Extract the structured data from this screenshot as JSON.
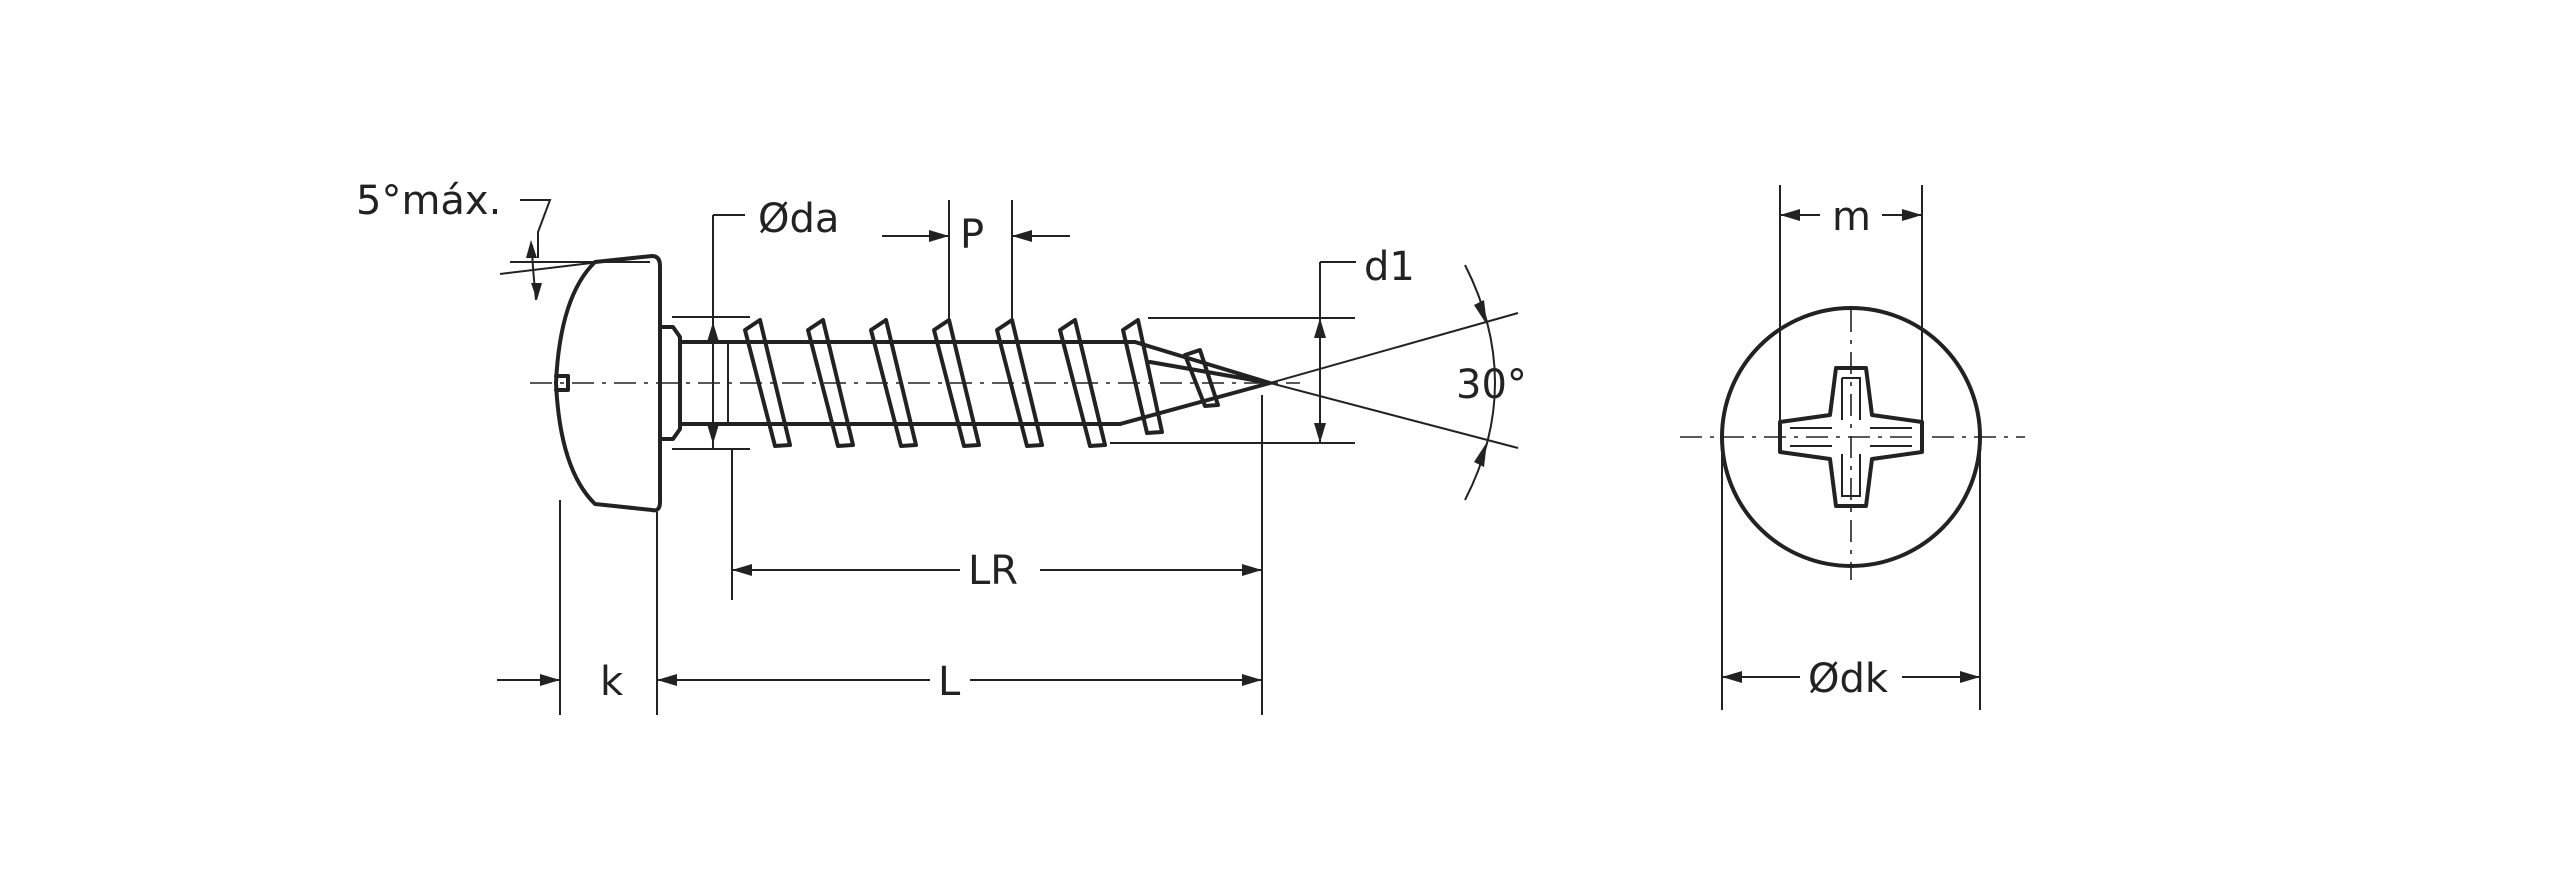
{
  "labels": {
    "angle_max": "5°máx.",
    "root_diameter": "Ødа",
    "pitch": "P",
    "point_diameter": "d1",
    "point_angle": "30°",
    "thread_length": "LR",
    "head_height": "k",
    "length": "L",
    "recess_width": "m",
    "head_diameter": "Ødk"
  }
}
